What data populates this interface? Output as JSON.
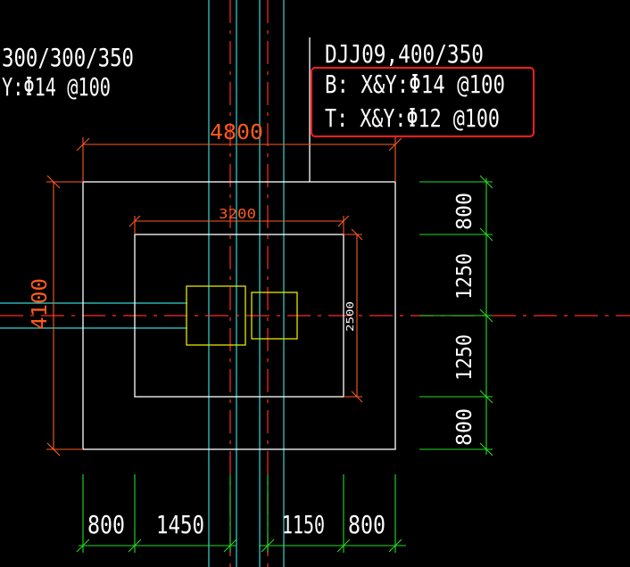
{
  "colors": {
    "background": "#000000",
    "outline": "#FFFFFF",
    "dimension": "#FF5A1E",
    "dimension_green": "#22DD22",
    "center_line": "#FF2A2A",
    "grid_cyan": "#32D7D7",
    "column": "#E6E600",
    "highlight_box": "#FF1E1E"
  },
  "labels": {
    "left_line1": "300/300/350",
    "left_line2": "Y:Φ14 @100",
    "note_title": "DJJ09,400/350",
    "note_bottom": "B:  X&Y:Φ14 @100",
    "note_top": "T:  X&Y:Φ12 @100"
  },
  "dimensions": {
    "overall_width": "4800",
    "overall_height": "4100",
    "inner_width": "3200",
    "inner_height": "2500",
    "right": [
      "800",
      "1250",
      "1250",
      "800"
    ],
    "bottom_left": [
      "800",
      "1450"
    ],
    "bottom_right": [
      "1150",
      "800"
    ]
  }
}
